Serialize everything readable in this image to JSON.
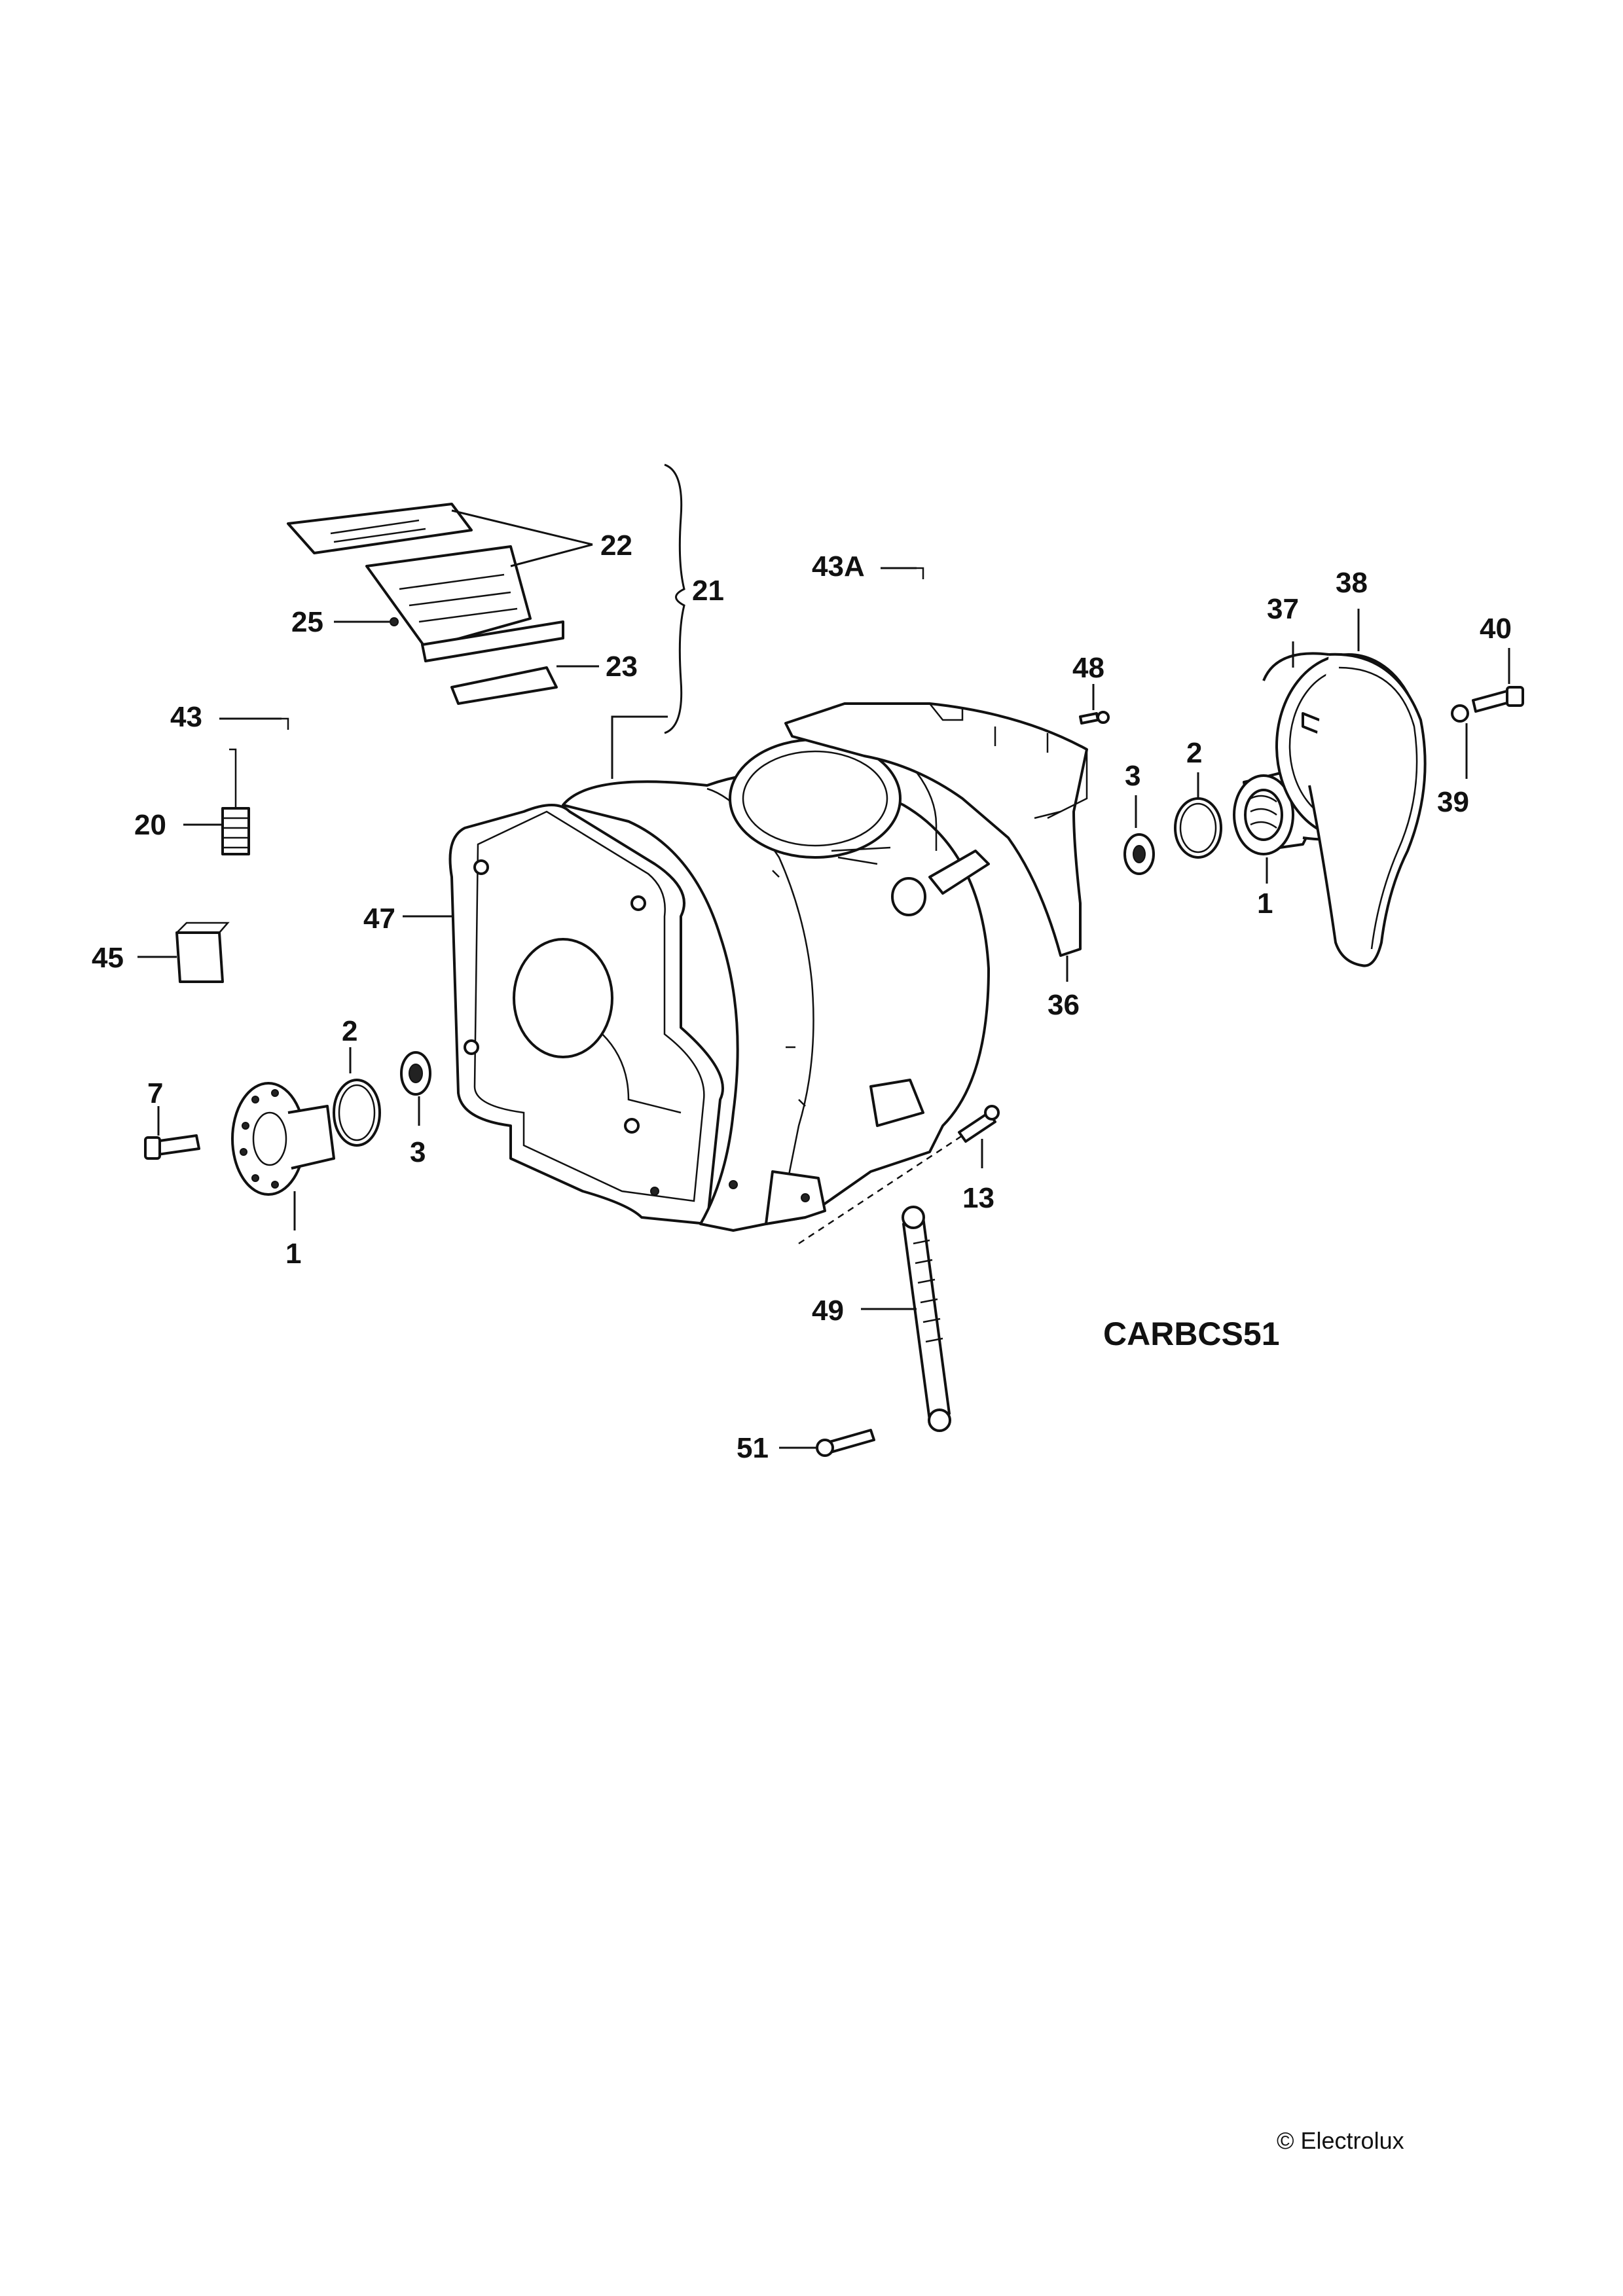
{
  "diagram_code": "CARBCS51",
  "copyright": "© Electrolux",
  "callouts": {
    "p1_left": "1",
    "p1_right": "1",
    "p2_left": "2",
    "p2_right": "2",
    "p3_left": "3",
    "p3_right": "3",
    "p7": "7",
    "p13": "13",
    "p20": "20",
    "p21": "21",
    "p22": "22",
    "p23": "23",
    "p25": "25",
    "p36": "36",
    "p37": "37",
    "p38": "38",
    "p39": "39",
    "p40": "40",
    "p43": "43",
    "p43a": "43A",
    "p45": "45",
    "p47": "47",
    "p48": "48",
    "p49": "49",
    "p51": "51"
  }
}
